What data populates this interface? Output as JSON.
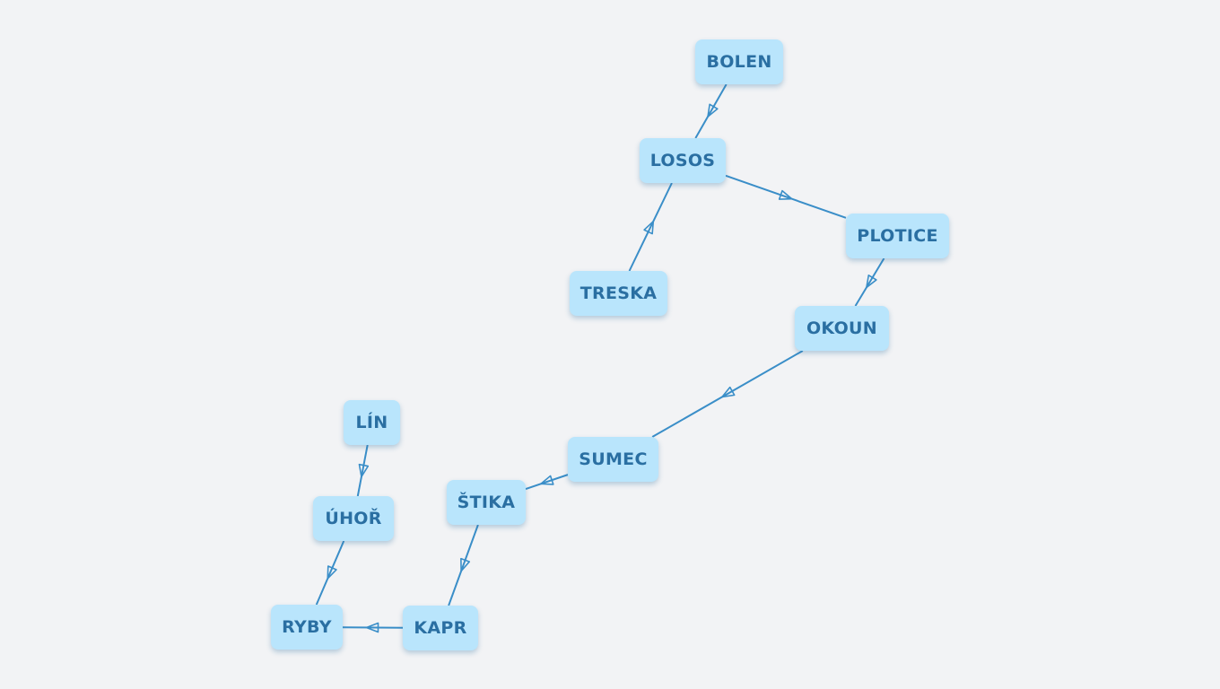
{
  "diagram": {
    "nodes": [
      {
        "id": "bolen",
        "label": "BOLEN"
      },
      {
        "id": "losos",
        "label": "LOSOS"
      },
      {
        "id": "plotice",
        "label": "PLOTICE"
      },
      {
        "id": "treska",
        "label": "TRESKA"
      },
      {
        "id": "okoun",
        "label": "OKOUN"
      },
      {
        "id": "sumec",
        "label": "SUMEC"
      },
      {
        "id": "stika",
        "label": "ŠTIKA"
      },
      {
        "id": "lin",
        "label": "LÍN"
      },
      {
        "id": "uhor",
        "label": "ÚHOŘ"
      },
      {
        "id": "kapr",
        "label": "KAPR"
      },
      {
        "id": "ryby",
        "label": "RYBY"
      }
    ],
    "edges": [
      {
        "from": "bolen",
        "to": "losos"
      },
      {
        "from": "treska",
        "to": "losos"
      },
      {
        "from": "losos",
        "to": "plotice"
      },
      {
        "from": "plotice",
        "to": "okoun"
      },
      {
        "from": "okoun",
        "to": "sumec"
      },
      {
        "from": "sumec",
        "to": "stika"
      },
      {
        "from": "stika",
        "to": "kapr"
      },
      {
        "from": "kapr",
        "to": "ryby"
      },
      {
        "from": "lin",
        "to": "uhor"
      },
      {
        "from": "uhor",
        "to": "ryby"
      }
    ],
    "colors": {
      "node_fill": "#b9e5fc",
      "node_text": "#2a6fa2",
      "edge": "#3a8ec8",
      "background": "#f2f3f5"
    }
  }
}
